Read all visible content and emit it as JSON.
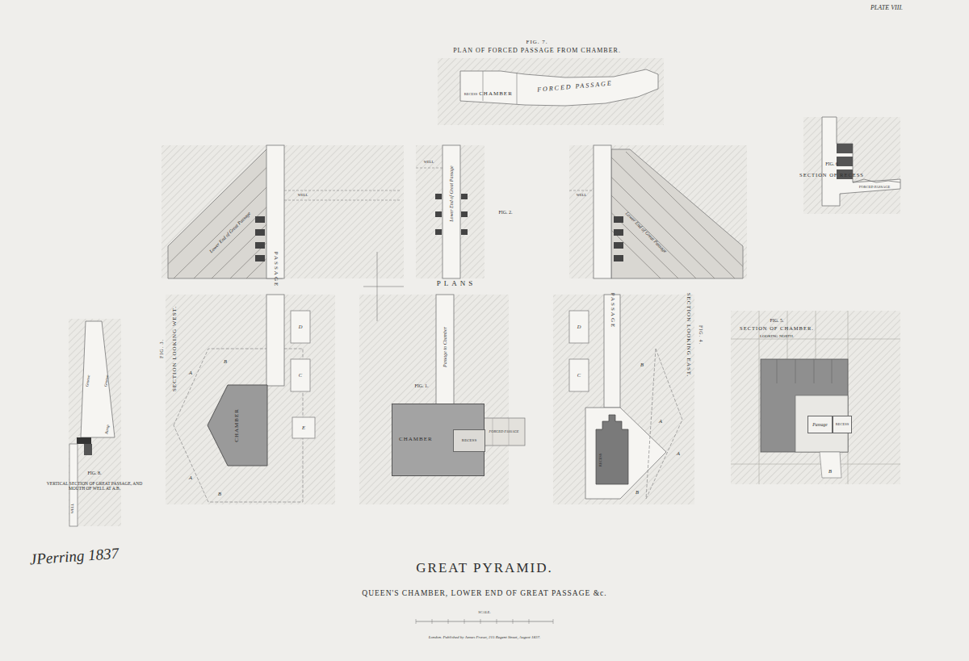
{
  "diagram": {
    "title": "GREAT PYRAMID.",
    "caption": "QUEEN'S CHAMBER, LOWER END OF GREAT PASSAGE &c.",
    "nodes": [
      {
        "text": [
          "CHAMBER"
        ]
      },
      {
        "text": [
          "CHAMBER"
        ]
      },
      {
        "text": [
          "RECESS"
        ],
        "in": 1
      },
      {
        "text": [
          "Passage"
        ]
      },
      {
        "text": [
          "RECESS"
        ]
      }
    ],
    "labels": [
      "PLATE VIII.",
      "FIG. 7.",
      "PLAN OF FORCED PASSAGE FROM CHAMBER.",
      "RECESS",
      "CHAMBER",
      "FORCED PASSAGE",
      "FIG. 6",
      "SECTION OF RECESS",
      "FORCED PASSAGE",
      "FIG. 2.",
      "PLANS",
      "WELL",
      "Lower End of Great Passage",
      "WELL",
      "Lower End of Great Passage",
      "PASSAGE",
      "WELL",
      "Lower End of Great Passage",
      "PASSAGE",
      "FIG. 3.",
      "SECTION LOOKING WEST.",
      "FIG. 1.",
      "Passage to Chamber",
      "FORCED PASSAGE",
      "FIG. 4.",
      "SECTION LOOKING EAST.",
      "RECESS",
      "FIG. 5.",
      "SECTION OF CHAMBER.",
      "LOOKING NORTH.",
      "FIG. 8.",
      "VERTICAL SECTION OF GREAT PASSAGE, AND MOUTH OF WELL AT A.B.",
      "Groove",
      "Groove",
      "Ramp",
      "WELL",
      "D",
      "C",
      "A",
      "B",
      "E",
      "A",
      "B",
      "D",
      "C",
      "B",
      "A",
      "B",
      "A",
      "E",
      "B",
      "SCALE.",
      "London. Published by James Fraser, 215 Regent Street, August 1837.",
      "JPerring 1837"
    ]
  }
}
